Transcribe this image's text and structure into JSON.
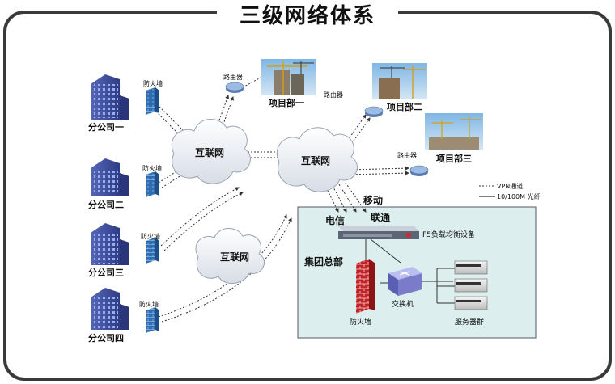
{
  "title": "三级网络体系",
  "branches": [
    "分公司一",
    "分公司二",
    "分公司三",
    "分公司四"
  ],
  "firewall_label": "防火墙",
  "router_label": "路由器",
  "projects": [
    "项目部一",
    "项目部二",
    "项目部三"
  ],
  "clouds": [
    "互联网",
    "互联网",
    "互联网"
  ],
  "hq": {
    "telecom": "电信",
    "unicom": "联通",
    "mobile": "移动",
    "lb_device": "F5负载均衡设备",
    "group": "集团总部",
    "firewall": "防火墙",
    "switch": "交换机",
    "servers": "服务器群"
  },
  "legend": {
    "vpn": "VPN通道",
    "fiber": "10/100M 光纤"
  },
  "colors": {
    "frame": "#3a3a3a",
    "hq_panel": "#dcefee",
    "building": "#3f4fa5",
    "firewall_blue": "#2f6db3",
    "firewall_red": "#c02428",
    "router": "#7c9cc9",
    "switch": "#7a7cc9"
  }
}
